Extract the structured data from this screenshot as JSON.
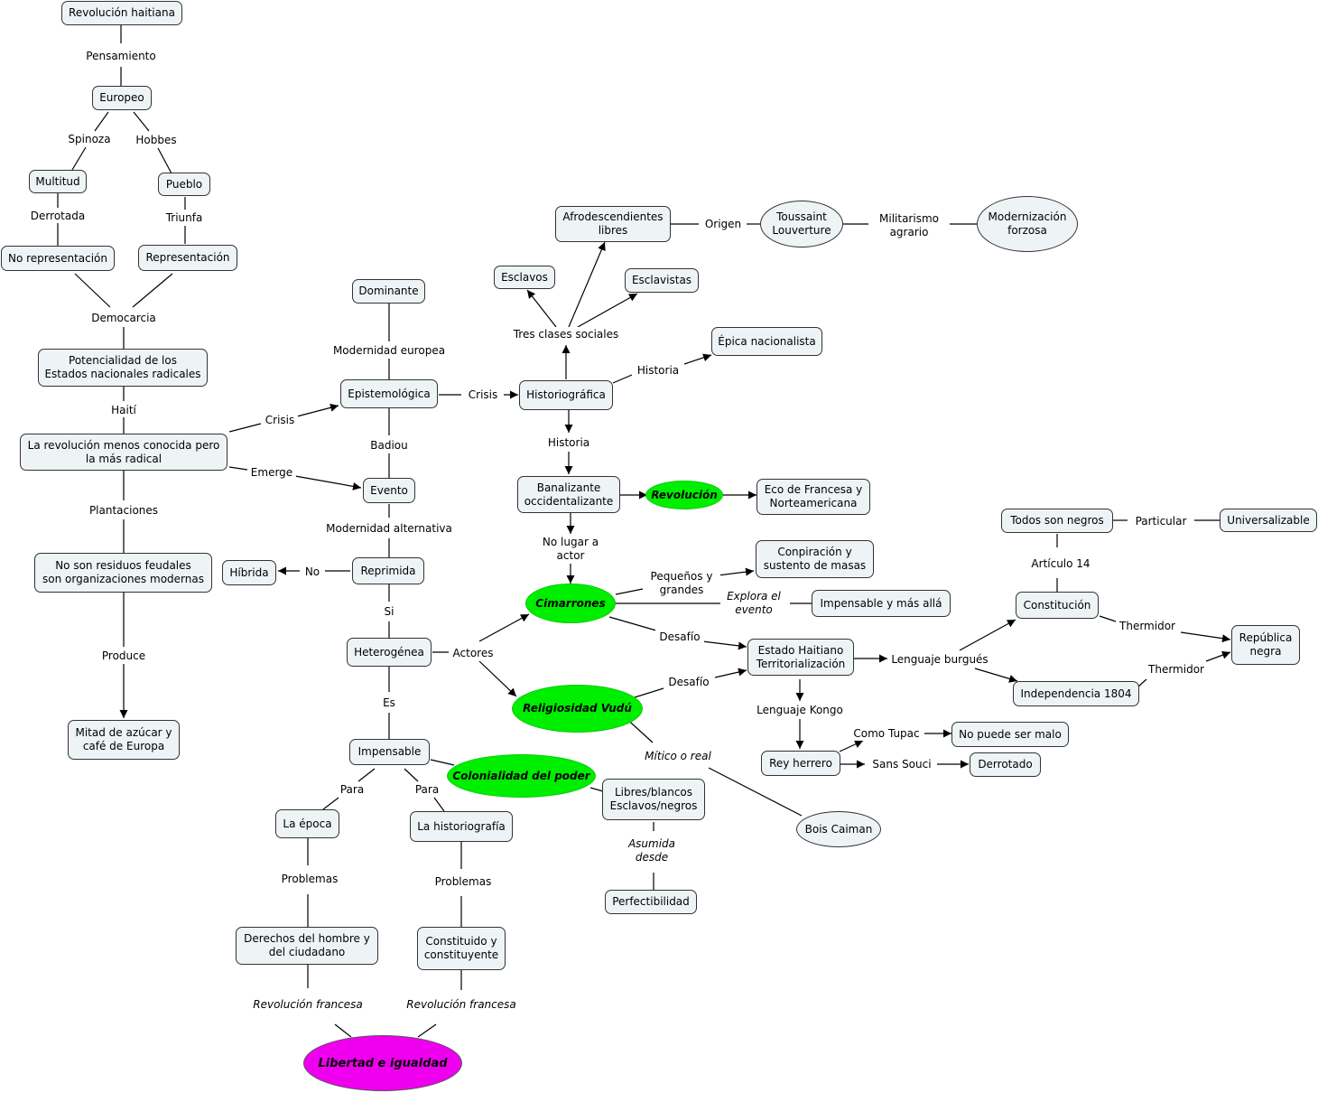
{
  "nodes": {
    "revolucion_haitiana": "Revolución haitiana",
    "europeo": "Europeo",
    "multitud": "Multitud",
    "pueblo": "Pueblo",
    "no_representacion": "No representación",
    "representacion": "Representación",
    "potencialidad": "Potencialidad de los\nEstados nacionales radicales",
    "revolucion_menos": "La revolución menos conocida pero\nla más radical",
    "no_residuos": "No son residuos feudales\nson organizaciones modernas",
    "mitad_azucar": "Mitad de azúcar y\ncafé de Europa",
    "dominante": "Dominante",
    "epistemologica": "Epistemológica",
    "evento": "Evento",
    "reprimida": "Reprimida",
    "hibrida": "Híbrida",
    "heterogenea": "Heterogénea",
    "impensable": "Impensable",
    "la_epoca": "La época",
    "la_historiografia": "La historiografía",
    "derechos": "Derechos del hombre y\ndel ciudadano",
    "constituido": "Constituido y\nconstituyente",
    "libertad": "Libertad e igualdad",
    "colonialidad": "Colonialidad del poder",
    "libres_blancos": "Libres/blancos\nEsclavos/negros",
    "perfectibilidad": "Perfectibilidad",
    "historiografica": "Historiográfica",
    "afrodescendientes": "Afrodescendientes\nlibres",
    "esclavos": "Esclavos",
    "esclavistas": "Esclavistas",
    "epica": "Épica nacionalista",
    "toussaint": "Toussaint\nLouverture",
    "modernizacion": "Modernización\nforzosa",
    "banalizante": "Banalizante\noccidentalizante",
    "revolucion": "Revolución",
    "eco": "Eco de Francesa y\nNorteamericana",
    "cimarrones": "Cimarrones",
    "conspiracion": "Conpiración y\nsustento de masas",
    "impensable_mas": "Impensable y más allá",
    "religiosidad": "Religiosidad Vudú",
    "estado_haitiano": "Estado Haitiano\nTerritorialización",
    "rey_herrero": "Rey herrero",
    "no_puede": "No puede ser malo",
    "derrotado": "Derrotado",
    "bois_caiman": "Bois Caiman",
    "todos_negros": "Todos son negros",
    "universalizable": "Universalizable",
    "constitucion": "Constitución",
    "independencia": "Independencia 1804",
    "republica": "República\nnegra"
  },
  "labels": {
    "pensamiento": "Pensamiento",
    "spinoza": "Spinoza",
    "hobbes": "Hobbes",
    "derrotada": "Derrotada",
    "triunfa": "Triunfa",
    "democarcia": "Democarcia",
    "haiti": "Haití",
    "plantaciones": "Plantaciones",
    "produce": "Produce",
    "crisis1": "Crisis",
    "emerge": "Emerge",
    "modernidad_europea": "Modernidad europea",
    "badiou": "Badiou",
    "modernidad_alternativa": "Modernidad alternativa",
    "no": "No",
    "si": "Si",
    "es": "Es",
    "para1": "Para",
    "para2": "Para",
    "problemas1": "Problemas",
    "problemas2": "Problemas",
    "revfr1": "Revolución francesa",
    "revfr2": "Revolución francesa",
    "actores": "Actores",
    "crisis2": "Crisis",
    "tres_clases": "Tres clases sociales",
    "historia1": "Historia",
    "historia2": "Historia",
    "origen": "Origen",
    "militarismo": "Militarismo\nagrario",
    "no_lugar": "No lugar a\nactor",
    "pequenos": "Pequeños y\ngrandes",
    "explora": "Explora el\nevento",
    "desafio1": "Desafío",
    "desafio2": "Desafío",
    "mitico": "Mítico o real",
    "asumida": "Asumida\ndesde",
    "lenguaje_kongo": "Lenguaje Kongo",
    "como_tupac": "Como Tupac",
    "sans_souci": "Sans Souci",
    "lenguaje_burgues": "Lenguaje burgués",
    "articulo14": "Artículo 14",
    "particular": "Particular",
    "thermidor1": "Thermidor",
    "thermidor2": "Thermidor"
  },
  "colors": {
    "node_fill": "#eef4f6",
    "highlight_green": "#00ee00",
    "highlight_magenta": "#ee00ee",
    "line": "#000000"
  }
}
